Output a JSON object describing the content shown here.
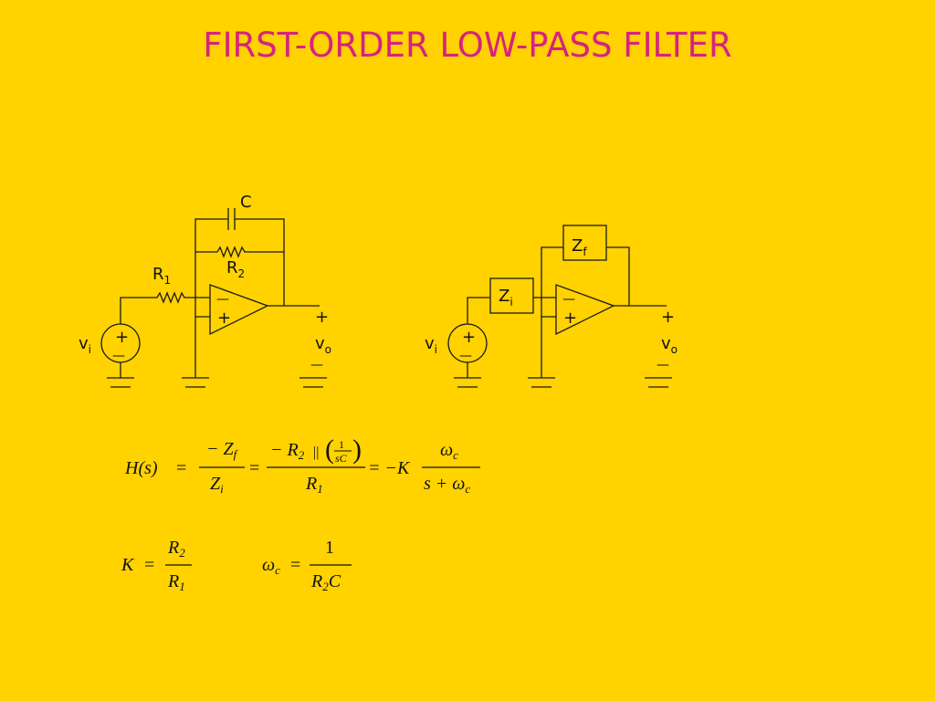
{
  "title": "FIRST-ORDER LOW-PASS FILTER",
  "circuit1": {
    "capacitor_label": "C",
    "r1_label": "R",
    "r1_sub": "1",
    "r2_label": "R",
    "r2_sub": "2",
    "opamp_minus": "—",
    "opamp_plus": "+",
    "source_plus": "+",
    "source_minus": "—",
    "vi_label": "v",
    "vi_sub": "i",
    "vo_label": "v",
    "vo_sub": "o",
    "vo_plus": "+",
    "vo_minus": "—"
  },
  "circuit2": {
    "zf_label": "Z",
    "zf_sub": "f",
    "zi_label": "Z",
    "zi_sub": "i",
    "opamp_minus": "—",
    "opamp_plus": "+",
    "source_plus": "+",
    "source_minus": "—",
    "vi_label": "v",
    "vi_sub": "i",
    "vo_label": "v",
    "vo_sub": "o",
    "vo_plus": "+",
    "vo_minus": "—"
  },
  "equations": {
    "transfer": {
      "lhs": "H(s)",
      "frac1_num": "− Z",
      "frac1_num_sub": "f",
      "frac1_den": "Z",
      "frac1_den_sub": "i",
      "frac2_num_a": "− R",
      "frac2_num_sub": "2",
      "frac2_parallel": "||",
      "frac2_inner_num": "1",
      "frac2_inner_den": "sC",
      "frac2_den": "R",
      "frac2_den_sub": "1",
      "rhs_prefix": "= −K",
      "frac3_num": "ω",
      "frac3_num_sub": "c",
      "frac3_den": "s + ω",
      "frac3_den_sub": "c"
    },
    "gain": {
      "lhs": "K",
      "num": "R",
      "num_sub": "2",
      "den": "R",
      "den_sub": "1"
    },
    "cutoff": {
      "lhs": "ω",
      "lhs_sub": "c",
      "num": "1",
      "den": "R",
      "den_sub": "2",
      "den_tail": "C"
    }
  }
}
